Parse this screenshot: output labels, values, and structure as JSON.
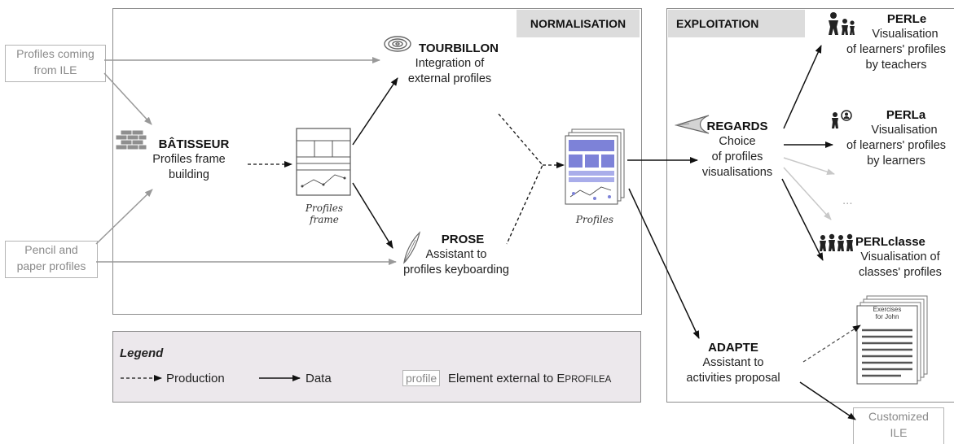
{
  "normalisation": {
    "title": "NORMALISATION"
  },
  "exploitation": {
    "title": "EXPLOITATION"
  },
  "external": {
    "ile_profiles": [
      "Profiles coming",
      "from ILE"
    ],
    "pencil_profiles": [
      "Pencil and",
      "paper profiles"
    ],
    "customized_ile": [
      "Customized",
      "ILE"
    ]
  },
  "batisseur": {
    "name": "BÂTISSEUR",
    "desc": [
      "Profiles frame",
      "building"
    ],
    "icon": "brick-wall-icon"
  },
  "frame": {
    "label": [
      "Profiles",
      "frame"
    ]
  },
  "tourbillon": {
    "name": "TOURBILLON",
    "desc": [
      "Integration of",
      "external profiles"
    ],
    "icon": "spiral-icon"
  },
  "prose": {
    "name": "PROSE",
    "desc": [
      "Assistant to",
      "profiles keyboarding"
    ],
    "icon": "quill-icon"
  },
  "profiles": {
    "label": "Profiles"
  },
  "regards": {
    "name": "REGARDS",
    "desc": [
      "Choice",
      "of profiles",
      "visualisations"
    ],
    "icon": "eye-icon"
  },
  "perle": {
    "name": "PERLe",
    "desc": [
      "Visualisation",
      "of learners' profiles",
      "by teachers"
    ],
    "icon": "teacher-children-icon"
  },
  "perla": {
    "name": "PERLa",
    "desc": [
      "Visualisation",
      "of learners' profiles",
      "by learners"
    ],
    "icon": "learner-icon"
  },
  "ellipsis": "...",
  "perlclasse": {
    "name": "PERLclasse",
    "desc": [
      "Visualisation of",
      "classes' profiles"
    ],
    "icon": "group-icon"
  },
  "adapte": {
    "name": "ADAPTE",
    "desc": [
      "Assistant to",
      "activities proposal"
    ]
  },
  "exercises": {
    "label": [
      "Exercises",
      "for John"
    ]
  },
  "legend": {
    "title": "Legend",
    "production": "Production",
    "data": "Data",
    "sample": "profile",
    "external_text": "Element external to EPROFILEA"
  },
  "colors": {
    "border": "#8c8c8c",
    "header": "#dcdcdc",
    "legend_bg": "#ece8ec",
    "profile_blue": "#7d82d8",
    "external_gray": "#b4b4b4"
  }
}
